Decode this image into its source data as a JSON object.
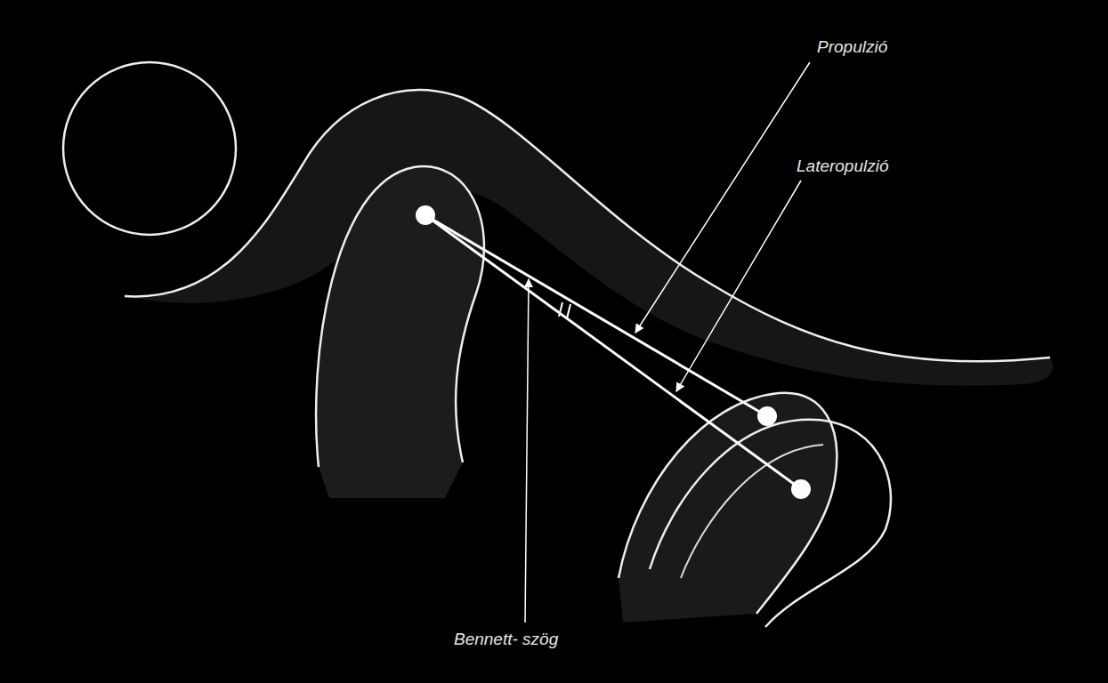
{
  "diagram": {
    "labels": [
      "Propulzió",
      "Lateropulzió",
      "Bennett- szög"
    ]
  }
}
